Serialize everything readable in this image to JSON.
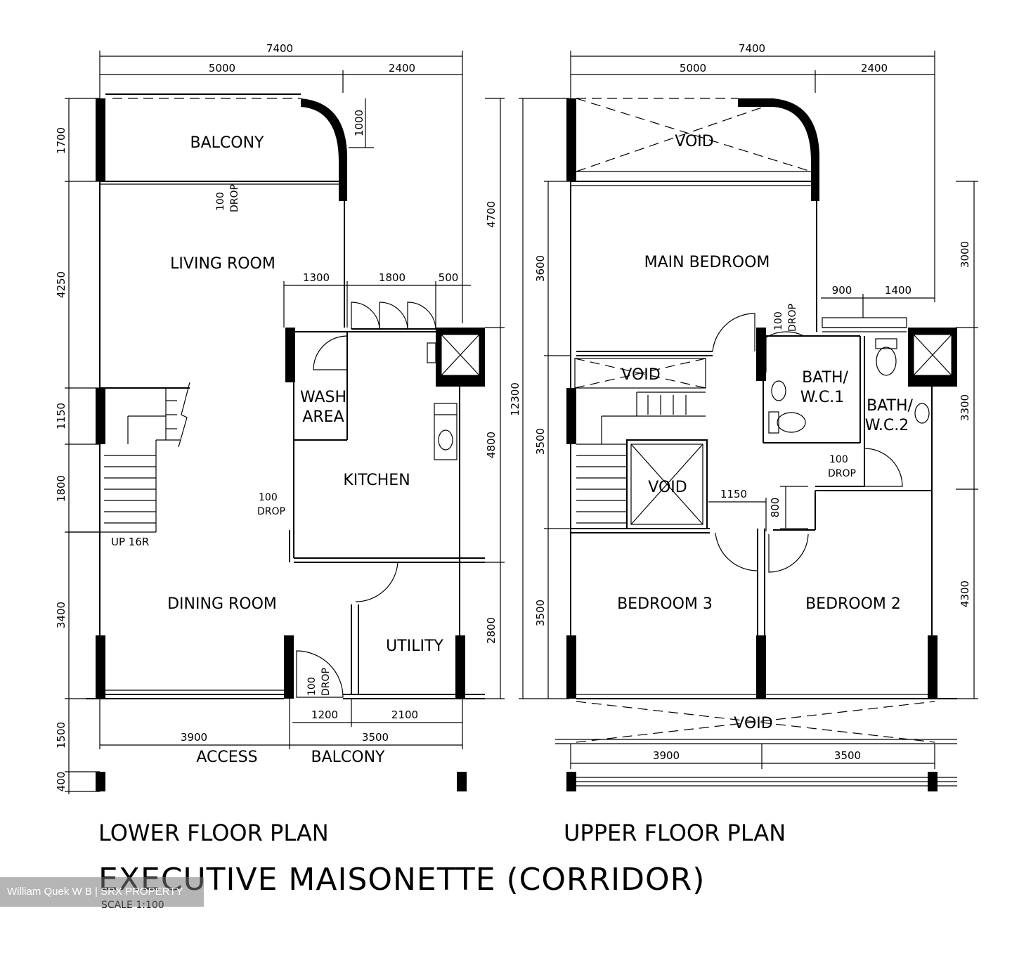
{
  "lower": {
    "title": "LOWER FLOOR PLAN",
    "rooms": {
      "balcony": "BALCONY",
      "living": "LIVING ROOM",
      "wash1": "WASH",
      "wash2": "AREA",
      "kitchen": "KITCHEN",
      "dining": "DINING ROOM",
      "utility": "UTILITY",
      "access": "ACCESS",
      "balcony_bottom": "BALCONY",
      "stair": "UP 16R"
    },
    "dims": {
      "total": "7400",
      "w5000": "5000",
      "w2400": "2400",
      "d1000": "1000",
      "d1700": "1700",
      "d4250": "4250",
      "d1150": "1150",
      "d1800": "1800",
      "d3400": "3400",
      "d1500": "1500",
      "d400": "400",
      "d4700": "4700",
      "d4800": "4800",
      "d2800": "2800",
      "d12300": "12300",
      "k1300": "1300",
      "k1800": "1800",
      "k500": "500",
      "b3900": "3900",
      "b3500": "3500",
      "b1200": "1200",
      "b2100": "2100"
    },
    "drops": {
      "top": "100",
      "top_unit": "DROP",
      "left": "100",
      "left_unit": "DROP",
      "door": "100",
      "door_unit": "DROP"
    }
  },
  "upper": {
    "title": "UPPER FLOOR PLAN",
    "rooms": {
      "void_top": "VOID",
      "main_bedroom": "MAIN  BEDROOM",
      "void_mid": "VOID",
      "void_stair": "VOID",
      "bath1a": "BATH/",
      "bath1b": "W.C.1",
      "bath2a": "BATH/",
      "bath2b": "W.C.2",
      "bed3": "BEDROOM  3",
      "bed2": "BEDROOM  2",
      "void_bottom": "VOID"
    },
    "dims": {
      "total": "7400",
      "w5000": "5000",
      "w2400": "2400",
      "d3600": "3600",
      "d3500a": "3500",
      "d3500b": "3500",
      "d3000": "3000",
      "d3300": "3300",
      "d4300": "4300",
      "b900": "900",
      "b1400": "1400",
      "c1150": "1150",
      "c800": "800",
      "b3900": "3900",
      "b3500": "3500"
    },
    "drops": {
      "main": "100",
      "main_unit": "DROP",
      "wc2": "100",
      "wc2_unit": "DROP"
    }
  },
  "heading": "EXECUTIVE  MAISONETTE  (CORRIDOR)",
  "scale": "SCALE 1:100",
  "watermark": "William Quek W B | SRX PROPERTY"
}
